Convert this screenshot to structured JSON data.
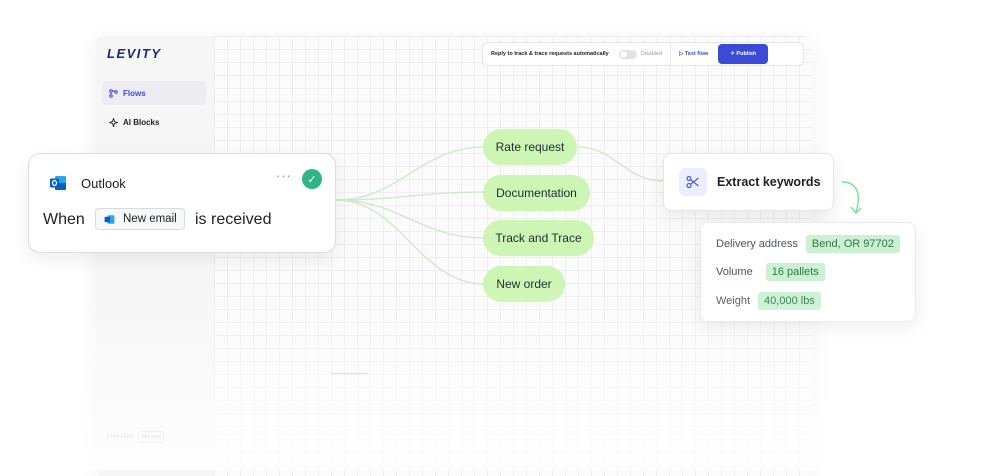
{
  "app": {
    "logo": "LEVITY",
    "sidebar": [
      {
        "label": "Flows",
        "icon": "flows-icon",
        "active": true
      },
      {
        "label": "AI Blocks",
        "icon": "ai-blocks-icon",
        "active": false
      }
    ],
    "plan_label": "Free Plan",
    "plan_manage": "Manage"
  },
  "toolbar": {
    "auto_reply_label": "Reply to track & trace requests automatically",
    "toggle_state": "Disabled",
    "test_flow": "Test flow",
    "publish": "Publish"
  },
  "trigger": {
    "app_name": "Outlook",
    "menu": "···",
    "when": "When",
    "chip": "New email",
    "received": "is received"
  },
  "categories": [
    "Rate request",
    "Documentation",
    "Track and Trace",
    "New order"
  ],
  "extract": {
    "label": "Extract keywords",
    "icon": "scissors-icon"
  },
  "result": [
    {
      "key": "Delivery address",
      "value": "Bend, OR 97702"
    },
    {
      "key": "Volume",
      "value": "16 pallets"
    },
    {
      "key": "Weight",
      "value": "40,000 lbs"
    }
  ],
  "colors": {
    "accent": "#3b4bd8",
    "pill": "#cdf5b3",
    "tag": "#c9f1d2",
    "check": "#2fb488",
    "link": "#c9e9c7"
  }
}
